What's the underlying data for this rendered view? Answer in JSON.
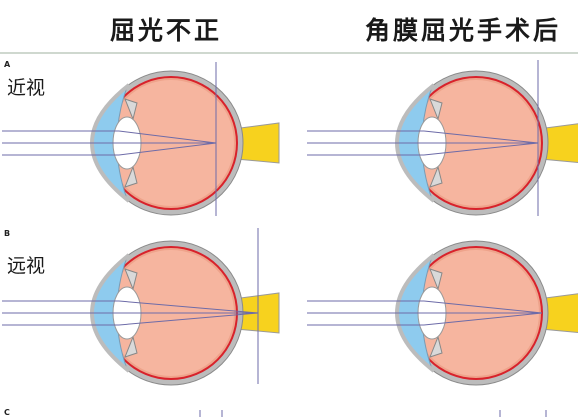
{
  "titles": {
    "left": "屈光不正",
    "right": "角膜屈光手术后"
  },
  "panels": [
    {
      "letter": "A",
      "label": "近视"
    },
    {
      "letter": "B",
      "label": "远视"
    },
    {
      "letter": "C"
    }
  ],
  "colors": {
    "sclera": "#bcbcbc",
    "vitreous": "#f6b59f",
    "retina": "#d8222b",
    "cornea": "#8ecbee",
    "lens": "#ffffff",
    "optic_nerve": "#f7d21e",
    "light_ray": "#6d6ba8"
  }
}
